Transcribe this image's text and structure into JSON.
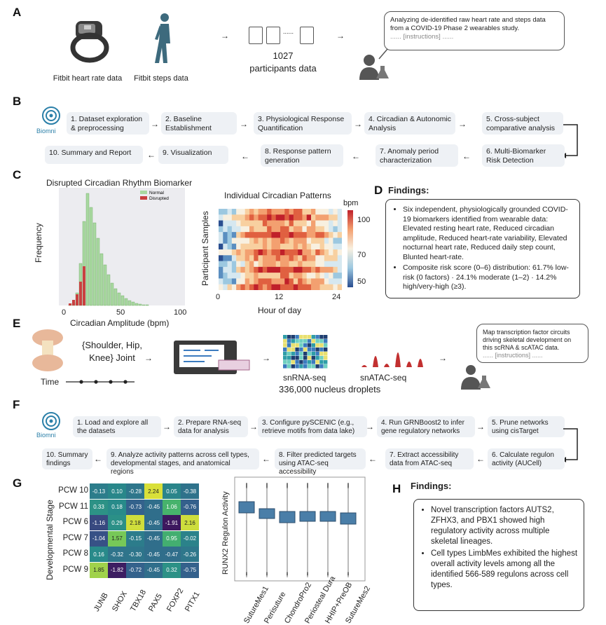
{
  "panels": {
    "a": "A",
    "b": "B",
    "c": "C",
    "d": "D",
    "e": "E",
    "f": "F",
    "g": "G",
    "h": "H"
  },
  "a": {
    "fitbit_hr_label": "Fitbit heart rate data",
    "fitbit_steps_label": "Fitbit steps data",
    "doc_ellipsis": "......",
    "participants_count": "1027",
    "participants_label": "participants data",
    "bubble_text": "Analyzing de-identified raw heart rate and steps data from a COVID-19 Phase 2 wearables study.",
    "bubble_inst": "...... [instructions] ......"
  },
  "biomni_label": "Biomni",
  "b_steps": [
    "1. Dataset exploration & preprocessing",
    "2. Baseline Establishment",
    "3. Physiological Response Quantification",
    "4. Circadian & Autonomic Analysis",
    "5. Cross-subject comparative analysis",
    "6. Multi-Biomarker Risk Detection",
    "7. Anomaly period characterization",
    "8. Response pattern generation",
    "9. Visualization",
    "10. Summary and Report"
  ],
  "hist": {
    "title": "Disrupted Circadian Rhythm Biomarker",
    "xlabel": "Circadian Amplitude (bpm)",
    "ylabel": "Frequency",
    "legend_normal": "Normal",
    "legend_disrupted": "Disrupted",
    "xticks": [
      "0",
      "50",
      "100"
    ],
    "color_normal": "#a8d8a0",
    "color_disrupted": "#c94040"
  },
  "heat_c": {
    "title": "Individual Circadian Patterns",
    "xlabel": "Hour of day",
    "ylabel": "Participant Samples",
    "xticks": [
      "0",
      "12",
      "24"
    ],
    "cbar_label": "bpm",
    "cbar_ticks": [
      "100",
      "70",
      "50"
    ]
  },
  "d_findings": {
    "title": "Findings:",
    "items": [
      "Six independent, physiologically grounded COVID-19 biomarkers identified from wearable data: Elevated resting heart rate, Reduced circadian amplitude, Reduced heart-rate variability, Elevated nocturnal heart rate, Reduced daily step count, Blunted heart-rate.",
      "Composite risk score (0–6) distribution: 61.7% low-risk (0 factors) · 24.1% moderate (1–2) · 14.2% high/very-high (≥3)."
    ]
  },
  "e": {
    "joint_label": "{Shoulder, Hip, Knee} Joint",
    "time_label": "Time",
    "snrna_label": "snRNA-seq",
    "snatac_label": "snATAC-seq",
    "droplets_label": "336,000 nucleus droplets",
    "bubble_text": "Map transcription factor circuits driving skeletal development on this scRNA & scATAC data.",
    "bubble_inst": "...... [instructions] ......"
  },
  "f_steps": [
    "1. Load and explore all the datasets",
    "2. Prepare RNA-seq data for analysis",
    "3. Configure pySCENIC (e.g., retrieve motifs from data lake)",
    "4. Run GRNBoost2 to infer gene regulatory networks",
    "5. Prune networks using cisTarget",
    "6. Calculate regulon activity (AUCell)",
    "7. Extract accessibility data from ATAC-seq",
    "8. Filter predicted targets using ATAC-seq accessibility",
    "9. Analyze activity patterns across cell types, developmental stages, and anatomical regions",
    "10. Summary findings"
  ],
  "g_heat": {
    "ylabel": "Developmental Stage",
    "rows": [
      "PCW 10",
      "PCW 11",
      "PCW 6",
      "PCW 7",
      "PCW 8",
      "PCW 9"
    ],
    "cols": [
      "JUNB",
      "SHOX",
      "TBX18",
      "PAX5",
      "FOXP2",
      "PITX1"
    ],
    "values": [
      [
        "-0.13",
        "0.10",
        "-0.28",
        "2.24",
        "0.05",
        "-0.38"
      ],
      [
        "0.33",
        "0.18",
        "-0.73",
        "-0.45",
        "1.06",
        "-0.76"
      ],
      [
        "-1.16",
        "0.29",
        "2.18",
        "-0.45",
        "-1.91",
        "2.16"
      ],
      [
        "-1.04",
        "1.57",
        "-0.15",
        "-0.45",
        "0.95",
        "-0.02"
      ],
      [
        "0.16",
        "-0.32",
        "-0.30",
        "-0.45",
        "-0.47",
        "-0.26"
      ],
      [
        "1.85",
        "-1.82",
        "-0.72",
        "-0.45",
        "0.32",
        "-0.75"
      ]
    ]
  },
  "g_box": {
    "ylabel": "RUNX2 Regulon Activity",
    "categories": [
      "SutureMes1",
      "Perisuture",
      "ChondroPro2",
      "Periosteal Dura",
      "HHIP+PreOB",
      "SutureMes2"
    ]
  },
  "h_findings": {
    "title": "Findings:",
    "items": [
      "Novel transcription factors AUTS2, ZFHX3, and PBX1 showed high regulatory activity across multiple skeletal lineages.",
      "Cell types LimbMes exhibited the highest overall activity levels among all the identified 566-589 regulons across cell types."
    ]
  }
}
